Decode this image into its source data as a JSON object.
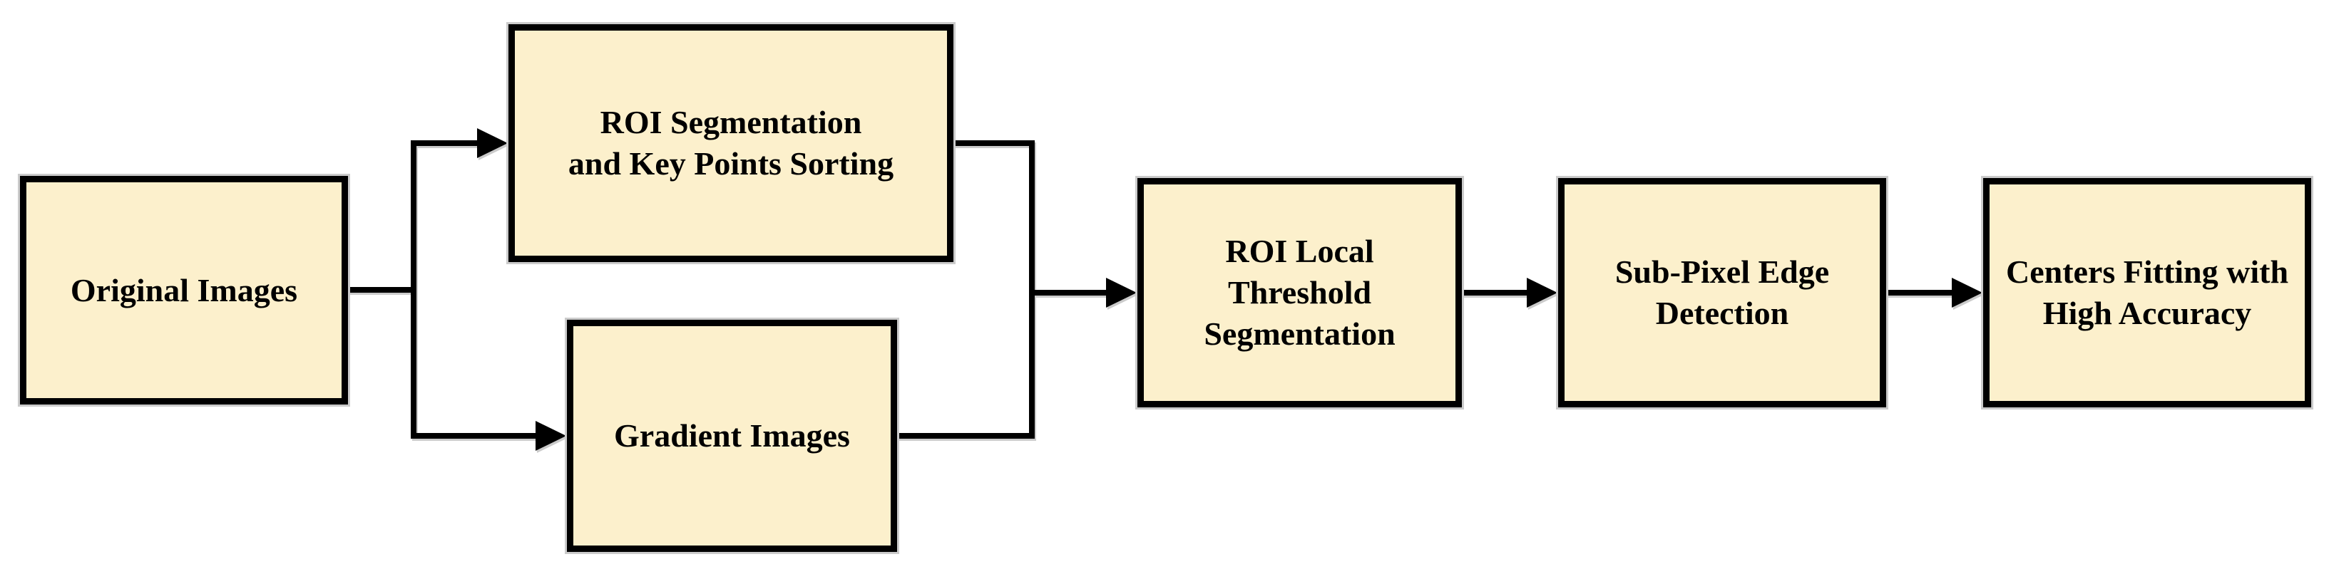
{
  "diagram": {
    "type": "flowchart",
    "background_color": "#FFFFFF",
    "box_fill_color": "#FCF0CC",
    "box_border_color": "#000000",
    "connector_color": "#000000",
    "text_color": "#000000",
    "nodes": [
      {
        "id": "original-images",
        "label": "Original Images",
        "lines": [
          "Original Images"
        ]
      },
      {
        "id": "roi-segmentation-sorting",
        "label": "ROI Segmentation and Key Points Sorting",
        "lines": [
          "ROI Segmentation",
          "and Key Points Sorting"
        ]
      },
      {
        "id": "gradient-images",
        "label": "Gradient Images",
        "lines": [
          "Gradient Images"
        ]
      },
      {
        "id": "roi-local-threshold",
        "label": "ROI Local Threshold Segmentation",
        "lines": [
          "ROI Local",
          "Threshold",
          "Segmentation"
        ]
      },
      {
        "id": "sub-pixel-edge-detection",
        "label": "Sub-Pixel Edge Detection",
        "lines": [
          "Sub-Pixel Edge",
          "Detection"
        ]
      },
      {
        "id": "centers-fitting",
        "label": "Centers Fitting with High Accuracy",
        "lines": [
          "Centers Fitting with",
          "High Accuracy"
        ]
      }
    ],
    "edges": [
      {
        "from": "original-images",
        "to": "roi-segmentation-sorting"
      },
      {
        "from": "original-images",
        "to": "gradient-images"
      },
      {
        "from": "roi-segmentation-sorting",
        "to": "roi-local-threshold"
      },
      {
        "from": "gradient-images",
        "to": "roi-local-threshold"
      },
      {
        "from": "roi-local-threshold",
        "to": "sub-pixel-edge-detection"
      },
      {
        "from": "sub-pixel-edge-detection",
        "to": "centers-fitting"
      }
    ]
  }
}
